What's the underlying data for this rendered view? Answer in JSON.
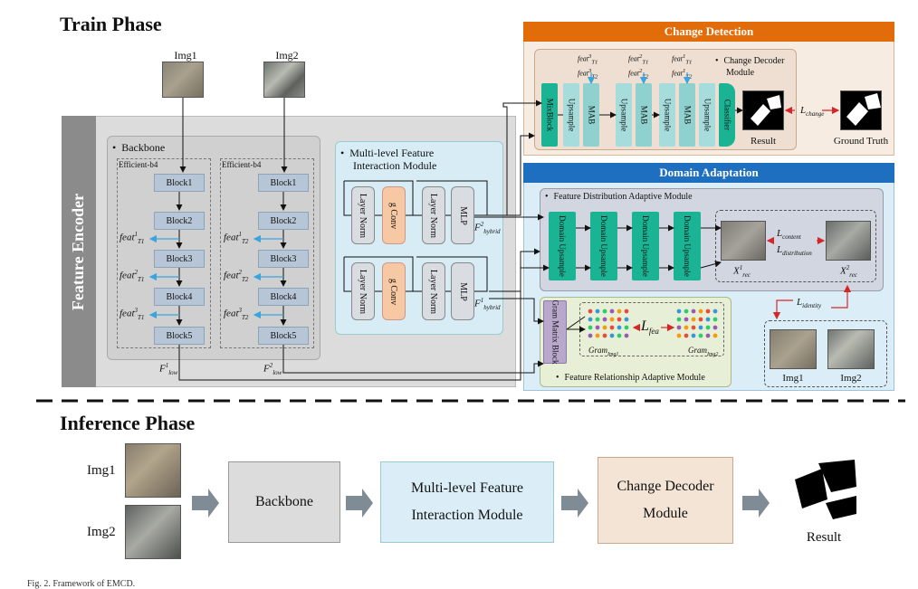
{
  "train_title": "Train Phase",
  "inference_title": "Inference Phase",
  "inputs": {
    "img1": "Img1",
    "img2": "Img2"
  },
  "encoder": {
    "label": "Feature Encoder",
    "backbone_title": "Backbone",
    "efficient": "Efficient-b4",
    "blocks": [
      "Block1",
      "Block2",
      "Block3",
      "Block4",
      "Block5"
    ],
    "feats_t1": [
      "feat",
      "feat",
      "feat"
    ],
    "f_low": "F",
    "low_sub": "low",
    "mfim_title_1": "Multi-level Feature",
    "mfim_title_2": "Interaction Module",
    "layer_norm": "Layer Norm",
    "gconv": "g Conv",
    "mlp": "MLP",
    "f_hybrid": "F",
    "hybrid_sub": "hybrid"
  },
  "change_detection": {
    "header": "Change Detection",
    "decoder_label_1": "Change Decoder",
    "decoder_label_2": "Module",
    "mixblock": "MixBlock",
    "upsample": "Upsample",
    "mab": "MAB",
    "classifier": "Classifier",
    "result": "Result",
    "ground_truth": "Ground Truth",
    "l_change": "L",
    "l_change_sub": "change"
  },
  "domain_adaptation": {
    "header": "Domain Adaptation",
    "fdam_title": "Feature Distribution Adaptive Module",
    "domain_upsample": "Domain Upsample",
    "l_content": "L",
    "content_sub": "content",
    "l_distribution": "L",
    "distribution_sub": "distribution",
    "x_rec": "X",
    "rec_sub": "rec",
    "l_identity": "L",
    "identity_sub": "identity",
    "gram_block": "Gram Matrix Block",
    "l_fea": "L",
    "fea_sub": "fea",
    "gram": "Gram",
    "gram_sub1": "Img1",
    "gram_sub2": "Img2",
    "fram_title": "Feature Relationship Adaptive Module",
    "img1": "Img1",
    "img2": "Img2"
  },
  "inference": {
    "img1": "Img1",
    "img2": "Img2",
    "backbone": "Backbone",
    "mfim_1": "Multi-level Feature",
    "mfim_2": "Interaction Module",
    "decoder_1": "Change Decoder",
    "decoder_2": "Module",
    "result": "Result"
  },
  "caption": "Fig. 2.   Framework of EMCD.",
  "colors": {
    "change_header": "#e36c0a",
    "domain_header": "#1f6fc0",
    "domain_bg": "#dbeef8",
    "change_bg": "#f7ece2",
    "encoder_bg": "#dcdcdc",
    "teal": "#1ab394",
    "light_teal": "#a6dcdc",
    "block": "#b7c6d6",
    "gconv": "#f6c9a4",
    "arrow_blue": "#3aa5dc",
    "arrow_red": "#d62728",
    "gray_arrow": "#7f8c96"
  }
}
